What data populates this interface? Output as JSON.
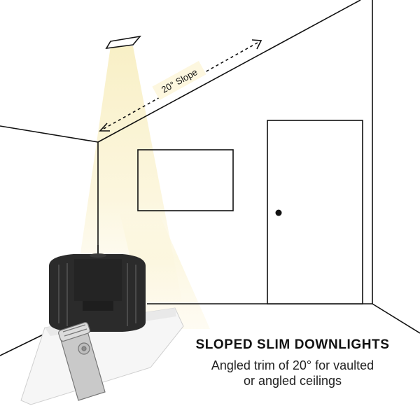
{
  "diagram": {
    "slope_label": "20° Slope"
  },
  "caption": {
    "headline": "SLOPED SLIM DOWNLIGHTS",
    "line1": "Angled trim of 20° for vaulted",
    "line2": "or angled ceilings"
  },
  "colors": {
    "line": "#111111",
    "light_beam": "#fbf3cf",
    "heatsink": "#2b2b2b",
    "trim": "#f4f4f4"
  }
}
